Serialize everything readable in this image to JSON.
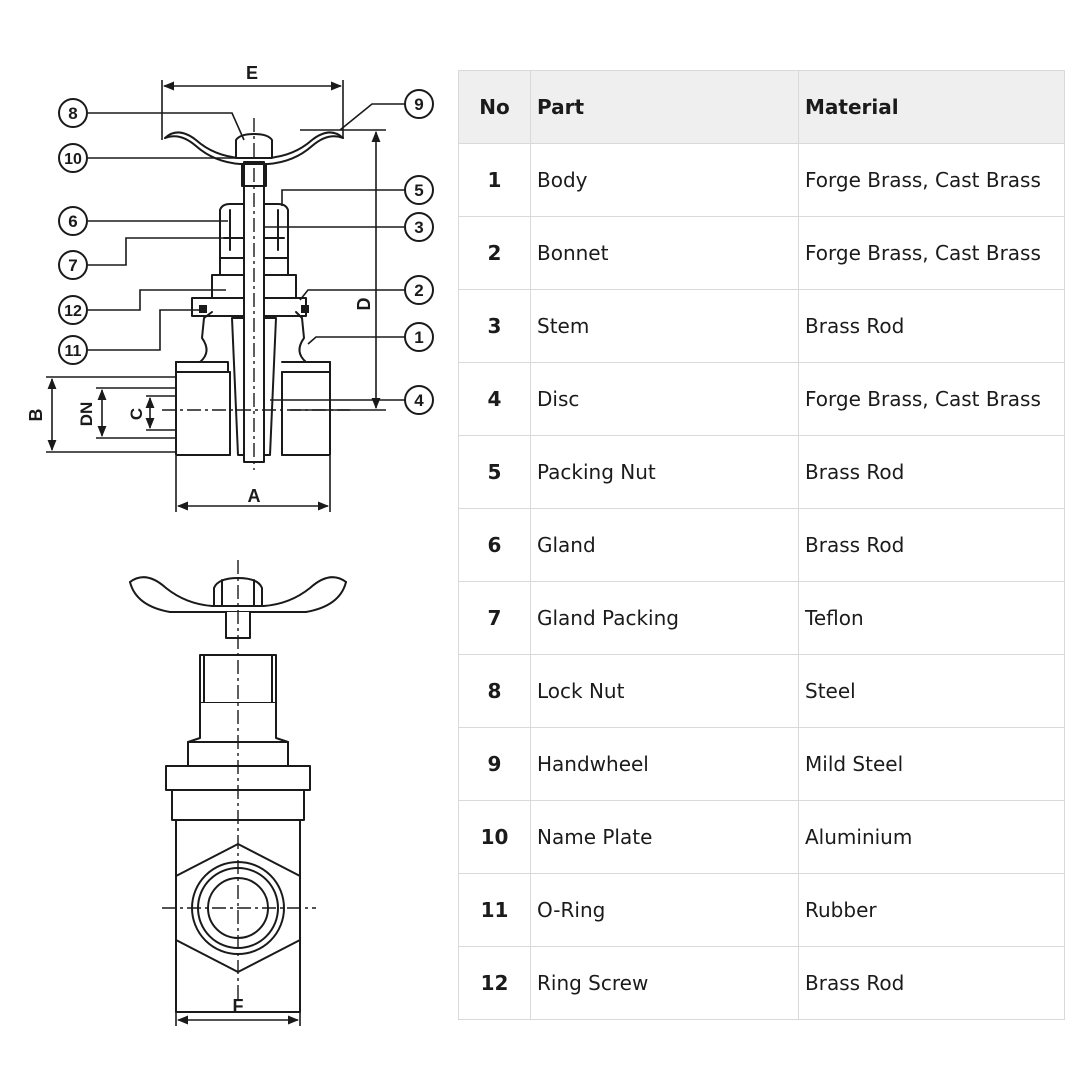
{
  "diagram": {
    "dimension_labels": [
      "E",
      "D",
      "B",
      "DN",
      "C",
      "A",
      "F"
    ],
    "callouts": [
      "8",
      "9",
      "10",
      "5",
      "6",
      "3",
      "7",
      "2",
      "12",
      "1",
      "11",
      "4"
    ]
  },
  "table": {
    "headers": {
      "no": "No",
      "part": "Part",
      "material": "Material"
    },
    "rows": [
      {
        "no": "1",
        "part": "Body",
        "material": "Forge Brass, Cast Brass"
      },
      {
        "no": "2",
        "part": "Bonnet",
        "material": "Forge Brass, Cast Brass"
      },
      {
        "no": "3",
        "part": "Stem",
        "material": "Brass Rod"
      },
      {
        "no": "4",
        "part": "Disc",
        "material": "Forge Brass, Cast Brass"
      },
      {
        "no": "5",
        "part": "Packing Nut",
        "material": "Brass Rod"
      },
      {
        "no": "6",
        "part": "Gland",
        "material": "Brass Rod"
      },
      {
        "no": "7",
        "part": "Gland Packing",
        "material": "Teflon"
      },
      {
        "no": "8",
        "part": "Lock Nut",
        "material": "Steel"
      },
      {
        "no": "9",
        "part": "Handwheel",
        "material": "Mild Steel"
      },
      {
        "no": "10",
        "part": "Name Plate",
        "material": "Aluminium"
      },
      {
        "no": "11",
        "part": "O-Ring",
        "material": "Rubber"
      },
      {
        "no": "12",
        "part": "Ring Screw",
        "material": "Brass Rod"
      }
    ]
  }
}
